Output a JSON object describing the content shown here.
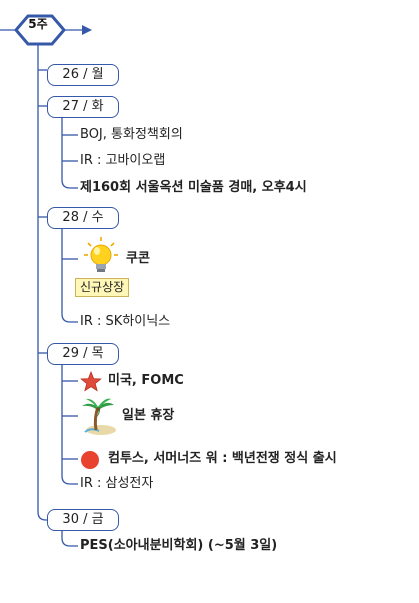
{
  "root": {
    "label": "5주"
  },
  "days": [
    {
      "label": "26 / 월",
      "items": []
    },
    {
      "label": "27 / 화",
      "items": [
        {
          "text": "BOJ,  통화정책회의",
          "bold": false
        },
        {
          "text": "IR : 고바이오랩",
          "bold": false
        },
        {
          "text": "제160회 서울옥션 미술품 경매, 오후4시",
          "bold": true
        }
      ]
    },
    {
      "label": "28 / 수",
      "items": [
        {
          "text": "쿠콘",
          "bold": true,
          "icon": "lightbulb-icon",
          "tag": "신규상장"
        },
        {
          "text": "IR : SK하이닉스",
          "bold": false
        }
      ]
    },
    {
      "label": "29 / 목",
      "items": [
        {
          "text": "미국, FOMC",
          "bold": true,
          "icon": "star-icon"
        },
        {
          "text": "일본 휴장",
          "bold": true,
          "icon": "palm-tree-icon"
        },
        {
          "text": "컴투스, 서머너즈 워 : 백년전쟁 정식 출시",
          "bold": true,
          "icon": "red-circle-icon"
        },
        {
          "text": "IR : 삼성전자",
          "bold": false
        }
      ]
    },
    {
      "label": "30 / 금",
      "items": [
        {
          "text": "PES(소아내분비학회)  (~5월  3일)",
          "bold": true
        }
      ]
    }
  ],
  "colors": {
    "connector": "#3558a8",
    "tag_bg": "#fff7b8",
    "star": "#e04a3a",
    "circle": "#e8432e"
  }
}
